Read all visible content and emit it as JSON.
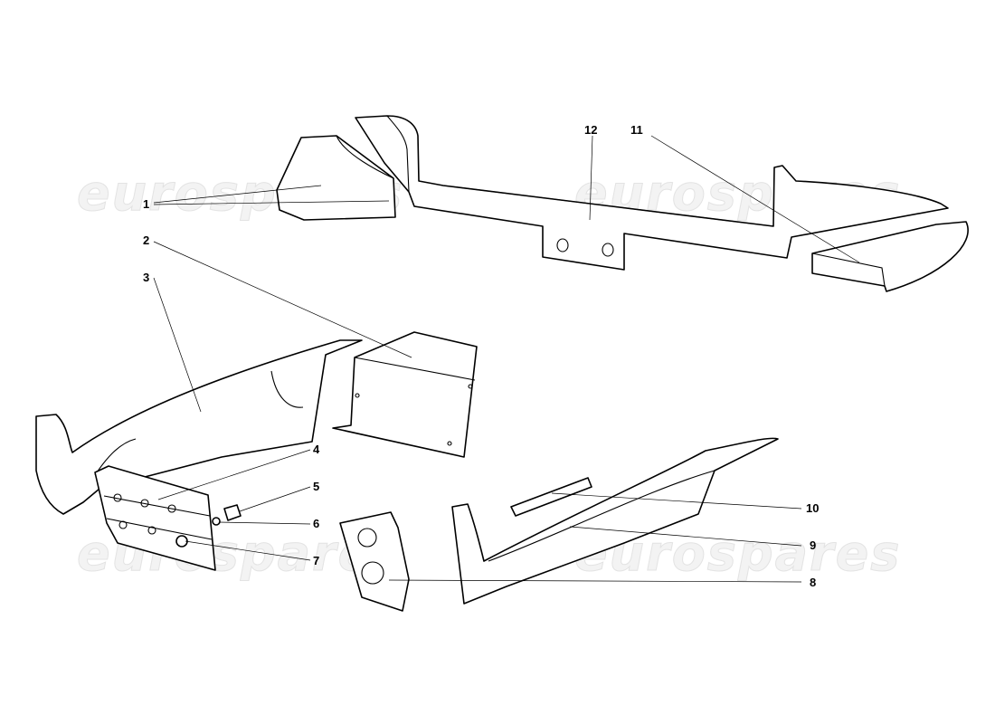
{
  "watermark": {
    "text": "eurospares"
  },
  "callouts": [
    {
      "id": "c1",
      "label": "1"
    },
    {
      "id": "c2",
      "label": "2"
    },
    {
      "id": "c3",
      "label": "3"
    },
    {
      "id": "c4",
      "label": "4"
    },
    {
      "id": "c5",
      "label": "5"
    },
    {
      "id": "c6",
      "label": "6"
    },
    {
      "id": "c7",
      "label": "7"
    },
    {
      "id": "c8",
      "label": "8"
    },
    {
      "id": "c9",
      "label": "9"
    },
    {
      "id": "c10",
      "label": "10"
    },
    {
      "id": "c11",
      "label": "11"
    },
    {
      "id": "c12",
      "label": "12"
    }
  ]
}
